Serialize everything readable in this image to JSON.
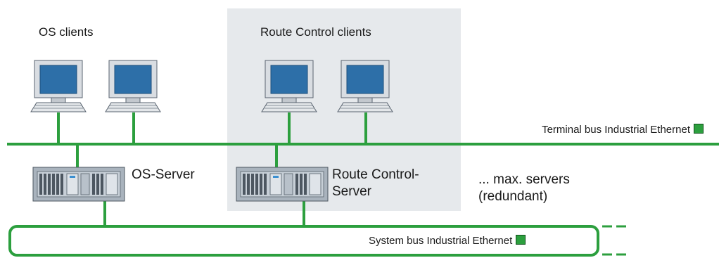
{
  "groups": {
    "os_clients": "OS clients",
    "route_control_clients": "Route Control clients"
  },
  "buses": {
    "terminal": "Terminal bus Industrial Ethernet",
    "system": "System bus Industrial Ethernet"
  },
  "servers": {
    "os_server": "OS-Server",
    "rc_server_line1": "Route Control-",
    "rc_server_line2": "Server",
    "max_line1": "... max. servers",
    "max_line2": "(redundant)"
  },
  "colors": {
    "bus_green": "#2c9f3e",
    "highlight_bg": "#e6e9ec"
  },
  "icons": [
    "pc-client-icon",
    "server-rack-icon",
    "bus-legend-square-icon"
  ]
}
